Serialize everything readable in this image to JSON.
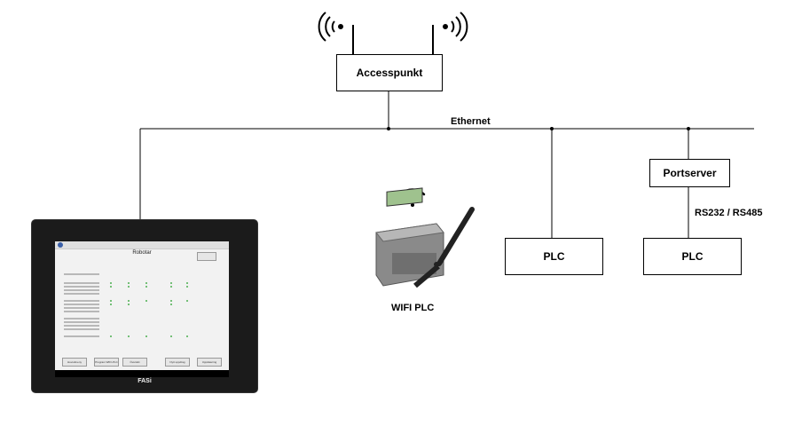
{
  "nodes": {
    "accesspoint": "Accesspunkt",
    "portserver": "Portserver",
    "plc_left": "PLC",
    "plc_right": "PLC"
  },
  "labels": {
    "ethernet": "Ethernet",
    "serial": "RS232 / RS485",
    "wifi_plc": "WIFI PLC"
  },
  "tablet": {
    "screen_title": "Robotar",
    "brand": "FASi",
    "buttons": [
      "Huvudmeny",
      "Program WIFI-PLC",
      "Översikt",
      "Nytt uppdrag",
      "Uppdatering"
    ]
  }
}
